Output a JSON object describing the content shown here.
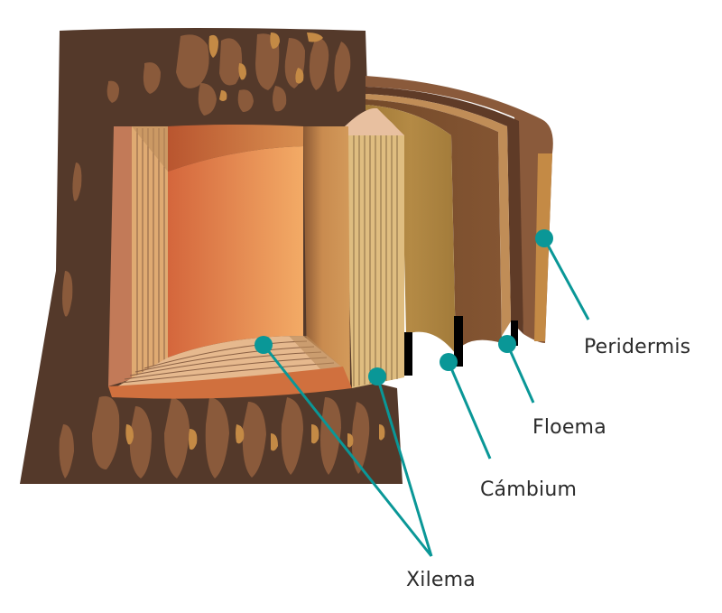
{
  "diagram": {
    "subject": "tree-trunk-cross-section",
    "labels": {
      "peridermis": "Peridermis",
      "floema": "Floema",
      "cambium": "Cámbium",
      "xilema": "Xilema"
    },
    "colors": {
      "marker": "#0a9797",
      "text": "#2b2b2b",
      "bark_dark": "#54392a",
      "bark_mid": "#8a5a3b",
      "bark_light": "#c48a45",
      "heartwood_dark": "#d4683e",
      "heartwood_light": "#f2a965",
      "sapwood": "#dfbd80",
      "cambium": "#ad853e",
      "phloem": "#7e5230",
      "periderm": "#5f3b27"
    }
  }
}
